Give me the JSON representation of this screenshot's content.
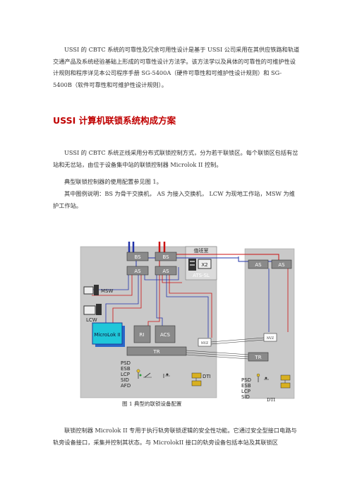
{
  "intro_paragraph": "USSI 的 CBTC 系统的可靠性及冗余可用性设计是基于 USSI 公司采用在其供应铁路和轨道交通产品及系统经验基础上形成的可靠性设计方法学。该方法学以及具体的可靠性的可维护性设计规则和程序详见本公司程序手册 SG-5400A（硬件可靠性和可维护性设计规则）和 SG-5400B（软件可靠性和可维护性设计规则）。",
  "section_heading": "USSI 计算机联锁系统构成方案",
  "paragraph_1": "USSI 的 CBTC 系统正线采用分布式联锁控制方式，分为若干联锁区。每个联锁区包括有岔站和无岔站，由位于设备集中站的联锁控制器 Microlok II 控制。",
  "paragraph_2": "典型联锁控制器的使用配置参见图 1。",
  "paragraph_3": "其中图例说明：BS 为骨干交换机， AS 为接入交换机， LCW 为现地工作站，MSW 为维护工作站。",
  "figure": {
    "caption": "图 1   典型的联锁设备配置",
    "labels": {
      "bs1": "BS",
      "bs2": "BS",
      "as1": "AS",
      "as2": "AS",
      "as3": "AS",
      "as4": "AS",
      "duty_room": "值班室",
      "x2": "X2",
      "ats_sl": "ATS-SL",
      "msw": "MSW",
      "lcw": "LCW",
      "microlok": "MicroLok II",
      "ri": "RI",
      "acs": "ACS",
      "tr1": "TR",
      "tr2": "TR",
      "nvz1": "NVZ",
      "nvz2": "NVZ",
      "dti1": "DTI",
      "dti2": "DTI",
      "left_list": [
        "PSD",
        "ESB",
        "LCP",
        "SID",
        "AFD"
      ],
      "right_list": [
        "PSD",
        "ESB",
        "LCP",
        "SID"
      ]
    }
  },
  "bottom_paragraph": "联锁控制器 Microlok II 专用于执行轨旁联锁逻辑的安全性功能。它通过安全型接口电路与轨旁设备接口，采集并控制其状态。与 MicrolokII 接口的轨旁设备包括本站及其联锁区"
}
